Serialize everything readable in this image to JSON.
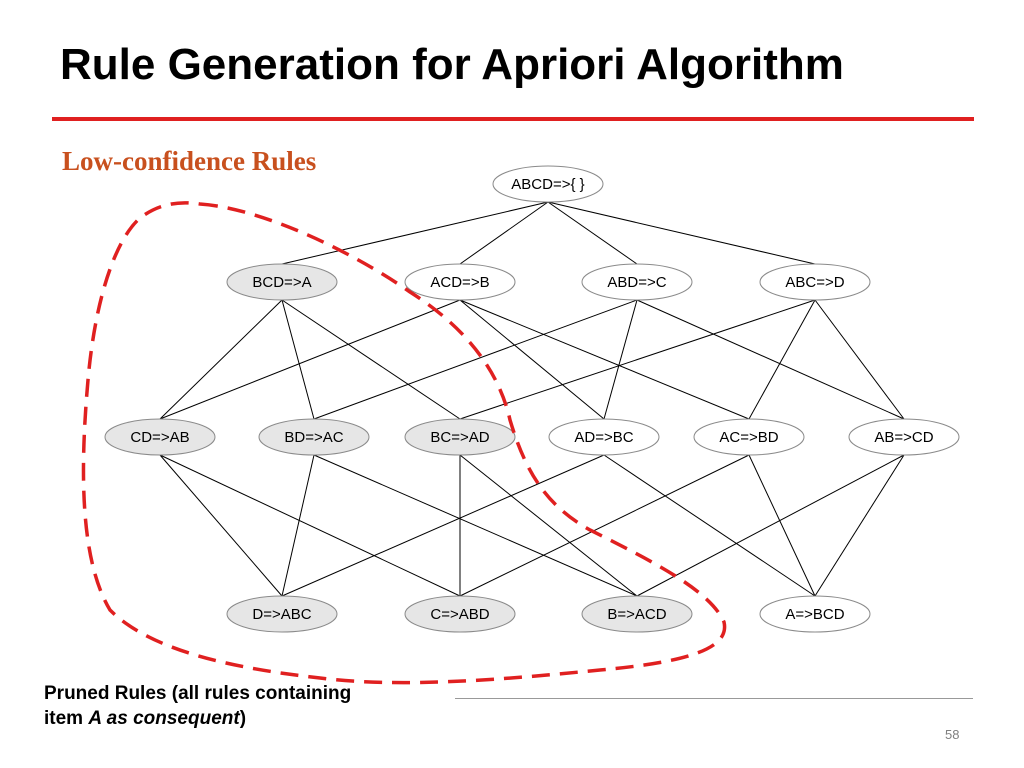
{
  "slide": {
    "title": "Rule Generation for Apriori Algorithm",
    "low_confidence_label": "Low-confidence Rules",
    "pruned_note_line1": "Pruned Rules (all rules containing",
    "pruned_note_line2_prefix": "item ",
    "pruned_note_line2_emph": "A as consequent",
    "pruned_note_line2_suffix": ")",
    "page_number": "58"
  },
  "lattice": {
    "levels": [
      [
        "ABCD=>{ }"
      ],
      [
        "BCD=>A",
        "ACD=>B",
        "ABD=>C",
        "ABC=>D"
      ],
      [
        "CD=>AB",
        "BD=>AC",
        "BC=>AD",
        "AD=>BC",
        "AC=>BD",
        "AB=>CD"
      ],
      [
        "D=>ABC",
        "C=>ABD",
        "B=>ACD",
        "A=>BCD"
      ]
    ],
    "low_confidence": [
      "BCD=>A",
      "CD=>AB",
      "BD=>AC",
      "BC=>AD",
      "D=>ABC",
      "C=>ABD",
      "B=>ACD"
    ],
    "edges": [
      [
        "ABCD=>{ }",
        "BCD=>A"
      ],
      [
        "ABCD=>{ }",
        "ACD=>B"
      ],
      [
        "ABCD=>{ }",
        "ABD=>C"
      ],
      [
        "ABCD=>{ }",
        "ABC=>D"
      ],
      [
        "BCD=>A",
        "CD=>AB"
      ],
      [
        "BCD=>A",
        "BD=>AC"
      ],
      [
        "BCD=>A",
        "BC=>AD"
      ],
      [
        "ACD=>B",
        "CD=>AB"
      ],
      [
        "ACD=>B",
        "AD=>BC"
      ],
      [
        "ACD=>B",
        "AC=>BD"
      ],
      [
        "ABD=>C",
        "BD=>AC"
      ],
      [
        "ABD=>C",
        "AD=>BC"
      ],
      [
        "ABD=>C",
        "AB=>CD"
      ],
      [
        "ABC=>D",
        "BC=>AD"
      ],
      [
        "ABC=>D",
        "AC=>BD"
      ],
      [
        "ABC=>D",
        "AB=>CD"
      ],
      [
        "CD=>AB",
        "D=>ABC"
      ],
      [
        "CD=>AB",
        "C=>ABD"
      ],
      [
        "BD=>AC",
        "D=>ABC"
      ],
      [
        "BD=>AC",
        "B=>ACD"
      ],
      [
        "BC=>AD",
        "C=>ABD"
      ],
      [
        "BC=>AD",
        "B=>ACD"
      ],
      [
        "AD=>BC",
        "D=>ABC"
      ],
      [
        "AD=>BC",
        "A=>BCD"
      ],
      [
        "AC=>BD",
        "C=>ABD"
      ],
      [
        "AC=>BD",
        "A=>BCD"
      ],
      [
        "AB=>CD",
        "B=>ACD"
      ],
      [
        "AB=>CD",
        "A=>BCD"
      ]
    ]
  },
  "colors": {
    "title_rule": "#e02020",
    "low_confidence_text": "#c8501e",
    "pruned_fill": "#e6e6e6",
    "normal_fill": "#ffffff",
    "prune_boundary": "#e02020"
  }
}
